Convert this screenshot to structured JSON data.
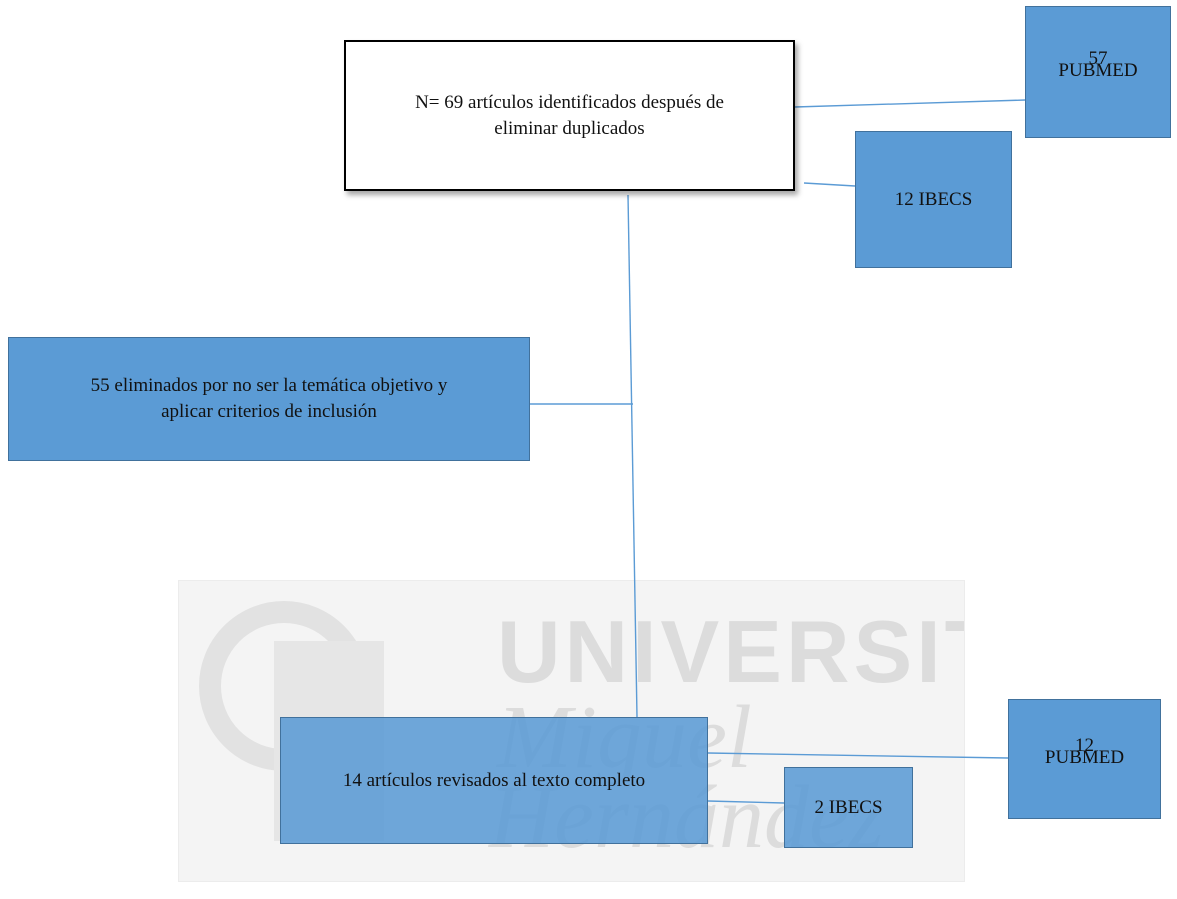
{
  "diagram": {
    "identified": {
      "line1": "N= 69 artículos identificados después de",
      "line2": "eliminar duplicados"
    },
    "source_pubmed_initial": {
      "count": "57",
      "db": "PUBMED"
    },
    "source_ibecs_initial": {
      "label": "12 IBECS"
    },
    "excluded": {
      "line1": "55 eliminados por no ser la temática objetivo y",
      "line2": "aplicar criterios de inclusión"
    },
    "reviewed": {
      "label": "14 artículos revisados al texto completo"
    },
    "source_pubmed_final": {
      "count": "12",
      "db": "PUBMED"
    },
    "source_ibecs_final": {
      "label": "2 IBECS"
    }
  },
  "watermark": {
    "line1": "UNIVERSITAS",
    "line2": "Miguel",
    "line3": "Hernández"
  },
  "colors": {
    "box_blue": "#5b9bd5",
    "box_border": "#41719c",
    "connector": "#5b9bd5",
    "identified_box_border": "#000000"
  }
}
